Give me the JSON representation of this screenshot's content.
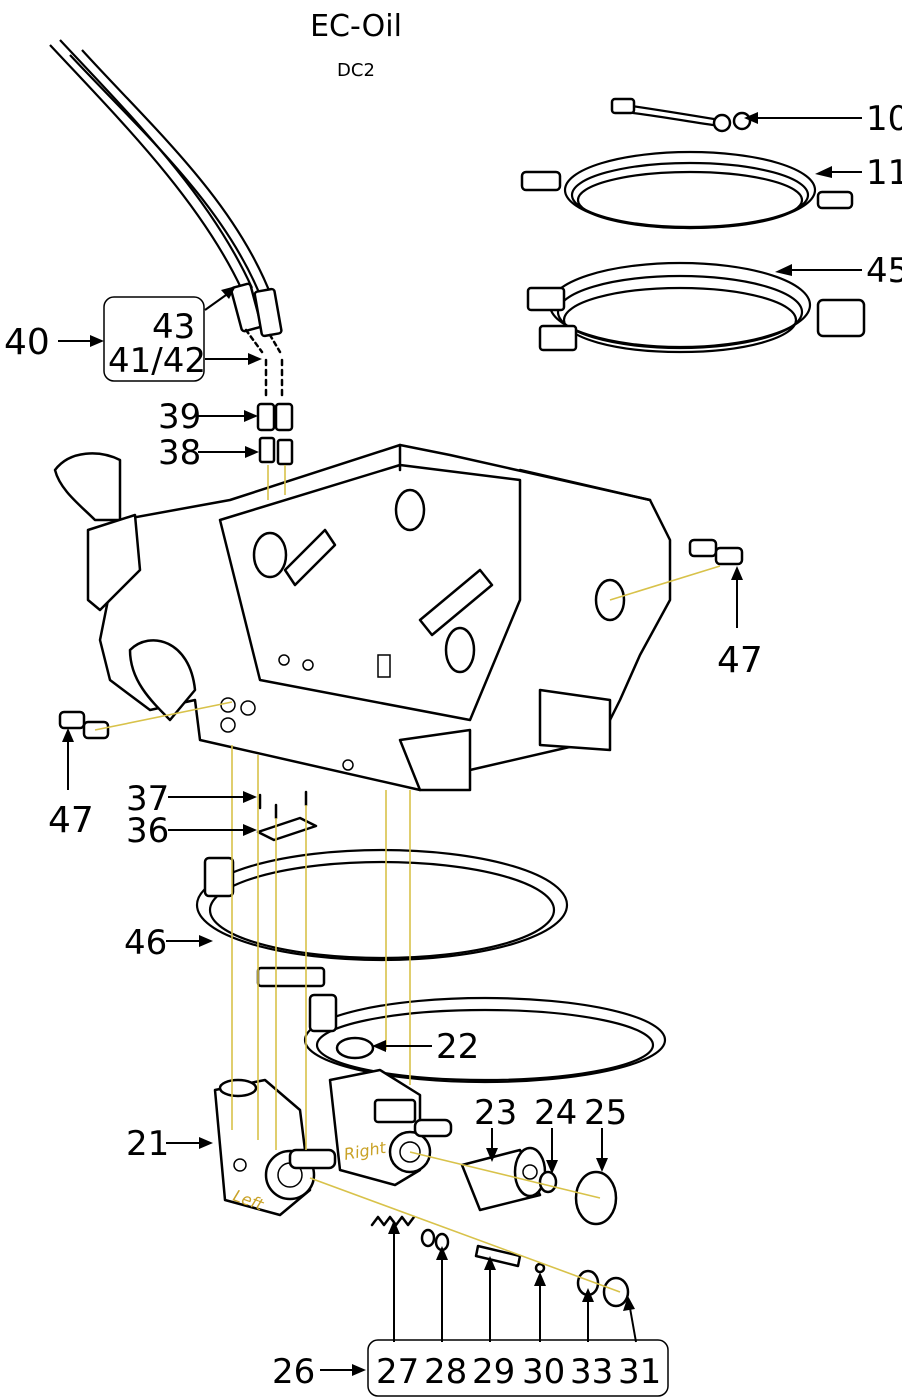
{
  "title": "EC-Oil",
  "subtitle": "DC2",
  "labels": {
    "p10": "10",
    "p11": "11",
    "p45": "45",
    "p40": "40",
    "p43": "43",
    "p41_42": "41/42",
    "p39": "39",
    "p38": "38",
    "p47_right": "47",
    "p47_left": "47",
    "p37": "37",
    "p36": "36",
    "p46": "46",
    "p22": "22",
    "p21": "21",
    "p23": "23",
    "p24": "24",
    "p25": "25",
    "p26": "26",
    "p27": "27",
    "p28": "28",
    "p29": "29",
    "p30": "30",
    "p33": "33",
    "p31": "31"
  },
  "side_marks": {
    "right": "Right",
    "left": "Left"
  },
  "colors": {
    "line": "#000000",
    "guide": "#d8c24a",
    "side_text": "#c9a227"
  }
}
